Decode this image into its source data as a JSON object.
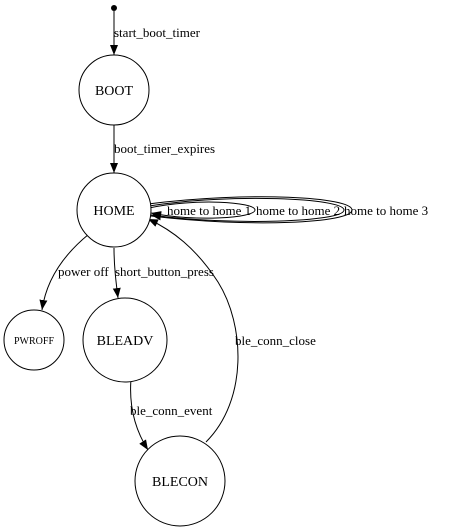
{
  "states": {
    "boot": "BOOT",
    "home": "HOME",
    "pwroff": "PWROFF",
    "bleadv": "BLEADV",
    "blecon": "BLECON"
  },
  "transitions": {
    "start_to_boot": "start_boot_timer",
    "boot_to_home": "boot_timer_expires",
    "home_self_1": "home to home 1",
    "home_self_2": "home to home 2",
    "home_self_3": "home to home 3",
    "home_to_pwroff": "power off",
    "home_to_bleadv": "short_button_press",
    "bleadv_to_blecon": "ble_conn_event",
    "blecon_to_home": "ble_conn_close"
  }
}
